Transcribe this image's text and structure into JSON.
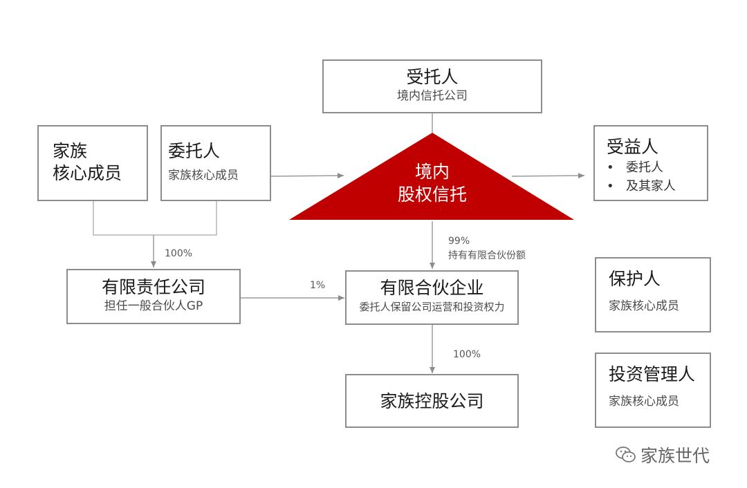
{
  "trustee": {
    "title": "受托人",
    "sub": "境内信托公司"
  },
  "family_members": {
    "line1": "家族",
    "line2": "核心成员"
  },
  "settlor": {
    "title": "委托人",
    "sub": "家族核心成员"
  },
  "trust": {
    "line1": "境内",
    "line2": "股权信托",
    "color": "#c00000"
  },
  "beneficiary": {
    "title": "受益人",
    "items": [
      "委托人",
      "及其家人"
    ]
  },
  "llc": {
    "title": "有限责任公司",
    "sub": "担任一般合伙人GP"
  },
  "lp": {
    "title": "有限合伙企业",
    "sub": "委托人保留公司运营和投资权力"
  },
  "holding": {
    "title": "家族控股公司"
  },
  "protector": {
    "title": "保护人",
    "sub": "家族核心成员"
  },
  "investment_manager": {
    "title": "投资管理人",
    "sub": "家族核心成员"
  },
  "labels": {
    "llc_share": "100%",
    "gp_share": "1%",
    "trust_share": "99%",
    "trust_share_desc": "持有有限合伙份额",
    "holding_share": "100%"
  },
  "watermark": "家族世代",
  "colors": {
    "accent": "#c00000",
    "border": "#8c8c8c",
    "arrow": "#8c8c8c"
  }
}
